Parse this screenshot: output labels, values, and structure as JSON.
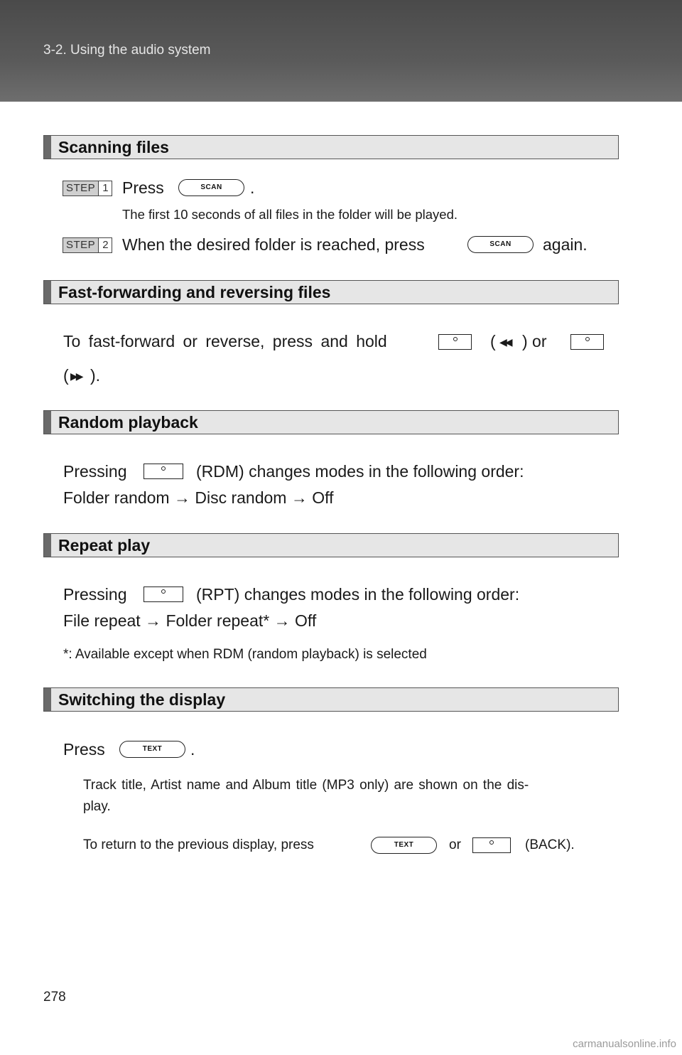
{
  "header": {
    "title": "3-2. Using the audio system"
  },
  "sections": {
    "scanning": {
      "title": "Scanning files",
      "step1": {
        "badge_word": "STEP",
        "badge_num": "1",
        "text_before": "Press",
        "button": "SCAN",
        "text_after": ".",
        "note": "The first 10 seconds of all files in the folder will be played."
      },
      "step2": {
        "badge_word": "STEP",
        "badge_num": "2",
        "text_before": "When the desired folder is reached, press",
        "button": "SCAN",
        "text_after": "again."
      }
    },
    "fast_forward": {
      "title": "Fast-forwarding and reversing files",
      "line1_text": "To fast-forward or reverse, press and hold",
      "reverse_open": "(",
      "reverse_glyph": "◀◀",
      "reverse_close": ") or",
      "forward_open": "(",
      "forward_glyph": "▶▶",
      "forward_close": ")."
    },
    "random": {
      "title": "Random playback",
      "text_before": "Pressing",
      "text_after": "(RDM) changes modes in the following order:",
      "order": "Folder random → Disc random → Off"
    },
    "repeat": {
      "title": "Repeat play",
      "text_before": "Pressing",
      "text_after": "(RPT) changes modes in the following order:",
      "order": "File repeat → Folder repeat* → Off",
      "footnote": "*: Available except when RDM (random playback) is selected"
    },
    "display": {
      "title": "Switching the display",
      "text_before": "Press",
      "button": "TEXT",
      "text_after": ".",
      "note1_line1": "Track title, Artist name and Album title (MP3 only) are shown on the dis-",
      "note1_line2": "play.",
      "note2_before": "To return to the previous display, press",
      "note2_button": "TEXT",
      "note2_mid": "or",
      "note2_after": "(BACK)."
    }
  },
  "footer": {
    "page_number": "278",
    "watermark": "carmanualsonline.info"
  }
}
